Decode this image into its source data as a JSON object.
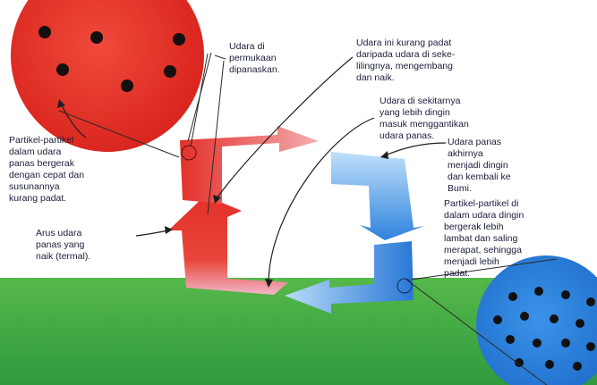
{
  "labels": {
    "hot_particles": "Partikel-partikel\ndalam udara\npanas bergerak\ndengan cepat dan\nsusunannya\nkurang padat.",
    "surface_heated": "Udara di\npermukaan\ndipanaskan.",
    "less_dense_rises": "Udara ini kurang padat\ndaripada udara di seke-\nlilingnya, mengembang\ndan naik.",
    "cooler_replaces": "Udara di sekitarnya\nyang lebih dingin\nmasuk menggantikan\nudara panas.",
    "warm_cools_returns": "Udara panas\nakhirnya\nmenjadi dingin\ndan kembali ke\nBumi.",
    "thermal_current": "Arus udara\npanas yang\nnaik (termal).",
    "cold_particles": "Partikel-partikel di\ndalam udara dingin\nbergerak lebih\nlambat dan saling\nmerapat, sehingga\nmenjadi lebih\npadat."
  },
  "colors": {
    "hot": "#e8342c",
    "cold": "#2a7fd8",
    "ground": "#3aa845",
    "particle": "#111111",
    "leader_line": "#333333"
  }
}
